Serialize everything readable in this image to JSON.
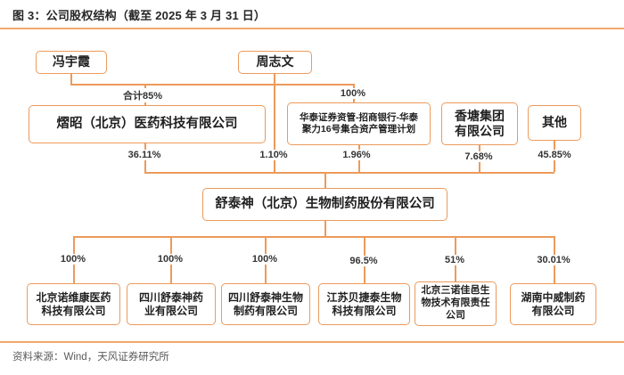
{
  "figure": {
    "title": "图 3：公司股权结构（截至 2025 年 3 月 31 日）",
    "source": "资料来源：Wind，天风证券研究所"
  },
  "colors": {
    "accent_border": "#EC9A5B",
    "rule_orange": "#F2A76B",
    "text_dark": "#262626"
  },
  "entities": {
    "feng_yuxia": {
      "name": "冯宇霞"
    },
    "zhou_zhiwen": {
      "name": "周志文"
    },
    "yizhao": {
      "name": "熠昭（北京）医药科技有限公司"
    },
    "huatai_plan": {
      "name": "华泰证券资管-招商银行-华泰\n聚力16号集合资产管理计划"
    },
    "xiangtang": {
      "name": "香塘集团\n有限公司"
    },
    "others": {
      "name": "其他"
    },
    "staidson": {
      "name": "舒泰神（北京）生物制药股份有限公司"
    },
    "subsidiaries": [
      {
        "name": "北京诺维康医药\n科技有限公司",
        "pct": "100%"
      },
      {
        "name": "四川舒泰神药\n业有限公司",
        "pct": "100%"
      },
      {
        "name": "四川舒泰神生物\n制药有限公司",
        "pct": "100%"
      },
      {
        "name": "江苏贝捷泰生物\n科技有限公司",
        "pct": "96.5%"
      },
      {
        "name": "北京三诺佳邑生\n物技术有限责任\n公司",
        "pct": "51%"
      },
      {
        "name": "湖南中威制药\n有限公司",
        "pct": "30.01%"
      }
    ]
  },
  "stakes": {
    "combined_in_yizhao": "合计85%",
    "in_huatai_plan": "100%",
    "yizhao_in_staidson": "36.11%",
    "zhou_in_staidson": "1.10%",
    "huatai_in_staidson": "1.96%",
    "xiangtang_in_staidson": "7.68%",
    "others_in_staidson": "45.85%"
  }
}
